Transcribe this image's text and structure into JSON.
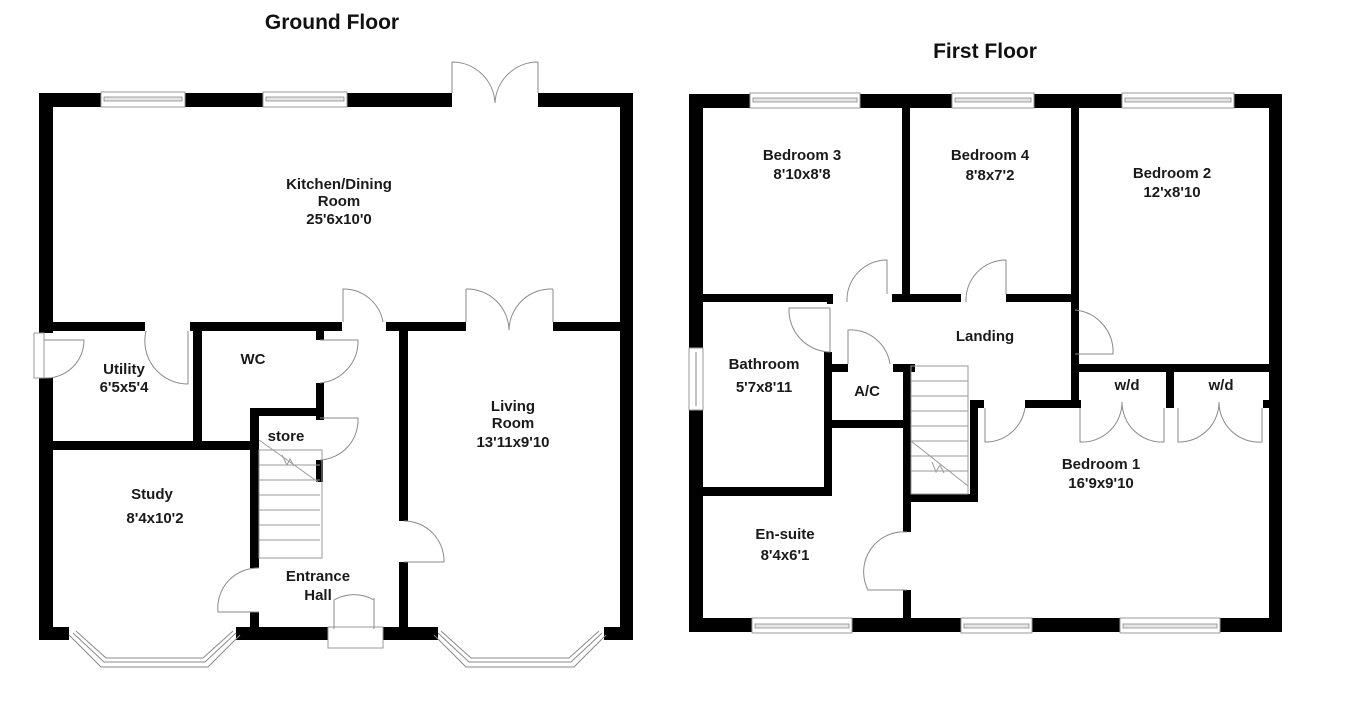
{
  "floors": [
    {
      "title": "Ground Floor",
      "rooms": [
        {
          "name": "Kitchen/Dining",
          "name2": "Room",
          "size": "25'6x10'0"
        },
        {
          "name": "Utility",
          "size": "6'5x5'4"
        },
        {
          "name": "WC"
        },
        {
          "name": "store"
        },
        {
          "name": "Study",
          "size": "8'4x10'2"
        },
        {
          "name": "Entrance",
          "name2": "Hall"
        },
        {
          "name": "Living",
          "name2": "Room",
          "size": "13'11x9'10"
        }
      ]
    },
    {
      "title": "First Floor",
      "rooms": [
        {
          "name": "Bedroom 3",
          "size": "8'10x8'8"
        },
        {
          "name": "Bedroom 4",
          "size": "8'8x7'2"
        },
        {
          "name": "Bedroom 2",
          "size": "12'x8'10"
        },
        {
          "name": "Landing"
        },
        {
          "name": "Bathroom",
          "size": "5'7x8'11"
        },
        {
          "name": "A/C"
        },
        {
          "name": "w/d"
        },
        {
          "name": "w/d"
        },
        {
          "name": "Bedroom 1",
          "size": "16'9x9'10"
        },
        {
          "name": "En-suite",
          "size": "8'4x6'1"
        }
      ]
    }
  ]
}
